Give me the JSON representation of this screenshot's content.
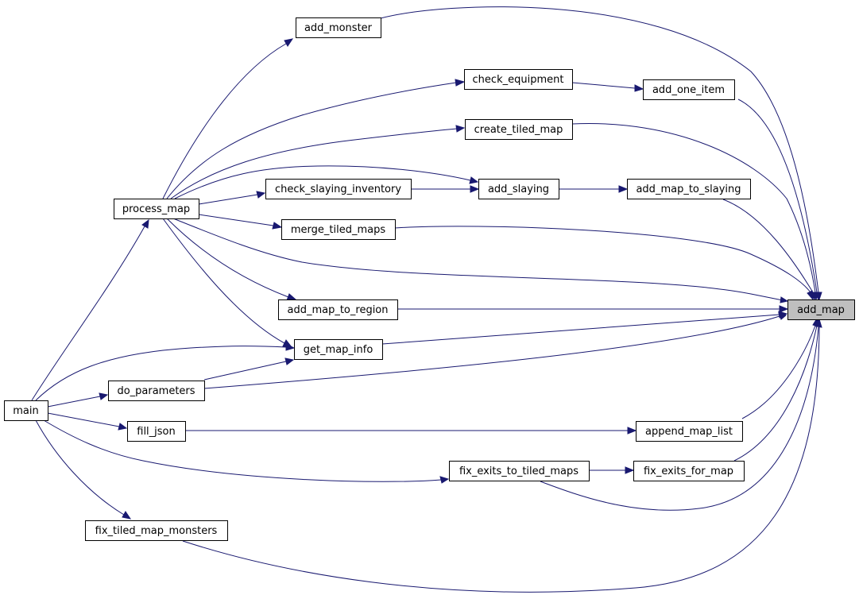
{
  "diagram": {
    "type": "call-graph",
    "colors": {
      "edge": "#191970",
      "root_fill": "#bfbfbf",
      "node_fill": "#ffffff",
      "node_border": "#000000"
    },
    "nodes": [
      {
        "id": "add_map",
        "label": "add_map"
      },
      {
        "id": "add_monster",
        "label": "add_monster"
      },
      {
        "id": "check_equipment",
        "label": "check_equipment"
      },
      {
        "id": "add_one_item",
        "label": "add_one_item"
      },
      {
        "id": "create_tiled_map",
        "label": "create_tiled_map"
      },
      {
        "id": "check_slaying_inventory",
        "label": "check_slaying_inventory"
      },
      {
        "id": "add_slaying",
        "label": "add_slaying"
      },
      {
        "id": "add_map_to_slaying",
        "label": "add_map_to_slaying"
      },
      {
        "id": "process_map",
        "label": "process_map"
      },
      {
        "id": "merge_tiled_maps",
        "label": "merge_tiled_maps"
      },
      {
        "id": "add_map_to_region",
        "label": "add_map_to_region"
      },
      {
        "id": "get_map_info",
        "label": "get_map_info"
      },
      {
        "id": "do_parameters",
        "label": "do_parameters"
      },
      {
        "id": "main",
        "label": "main"
      },
      {
        "id": "fill_json",
        "label": "fill_json"
      },
      {
        "id": "append_map_list",
        "label": "append_map_list"
      },
      {
        "id": "fix_exits_to_tiled_maps",
        "label": "fix_exits_to_tiled_maps"
      },
      {
        "id": "fix_exits_for_map",
        "label": "fix_exits_for_map"
      },
      {
        "id": "fix_tiled_map_monsters",
        "label": "fix_tiled_map_monsters"
      }
    ],
    "edges": [
      {
        "from": "add_monster",
        "to": "add_map"
      },
      {
        "from": "add_one_item",
        "to": "add_map"
      },
      {
        "from": "create_tiled_map",
        "to": "add_map"
      },
      {
        "from": "add_map_to_slaying",
        "to": "add_map"
      },
      {
        "from": "merge_tiled_maps",
        "to": "add_map"
      },
      {
        "from": "process_map",
        "to": "add_map"
      },
      {
        "from": "add_map_to_region",
        "to": "add_map"
      },
      {
        "from": "get_map_info",
        "to": "add_map"
      },
      {
        "from": "do_parameters",
        "to": "add_map"
      },
      {
        "from": "append_map_list",
        "to": "add_map"
      },
      {
        "from": "fix_exits_for_map",
        "to": "add_map"
      },
      {
        "from": "fix_exits_to_tiled_maps",
        "to": "add_map"
      },
      {
        "from": "fix_tiled_map_monsters",
        "to": "add_map"
      },
      {
        "from": "check_equipment",
        "to": "add_one_item"
      },
      {
        "from": "add_slaying",
        "to": "add_map_to_slaying"
      },
      {
        "from": "check_slaying_inventory",
        "to": "add_slaying"
      },
      {
        "from": "process_map",
        "to": "add_monster"
      },
      {
        "from": "process_map",
        "to": "check_equipment"
      },
      {
        "from": "process_map",
        "to": "create_tiled_map"
      },
      {
        "from": "process_map",
        "to": "add_slaying"
      },
      {
        "from": "process_map",
        "to": "check_slaying_inventory"
      },
      {
        "from": "process_map",
        "to": "merge_tiled_maps"
      },
      {
        "from": "process_map",
        "to": "add_map_to_region"
      },
      {
        "from": "process_map",
        "to": "get_map_info"
      },
      {
        "from": "do_parameters",
        "to": "get_map_info"
      },
      {
        "from": "main",
        "to": "get_map_info"
      },
      {
        "from": "main",
        "to": "process_map"
      },
      {
        "from": "main",
        "to": "do_parameters"
      },
      {
        "from": "main",
        "to": "fill_json"
      },
      {
        "from": "main",
        "to": "fix_exits_to_tiled_maps"
      },
      {
        "from": "main",
        "to": "fix_tiled_map_monsters"
      },
      {
        "from": "fill_json",
        "to": "append_map_list"
      },
      {
        "from": "fix_exits_to_tiled_maps",
        "to": "fix_exits_for_map"
      }
    ]
  }
}
